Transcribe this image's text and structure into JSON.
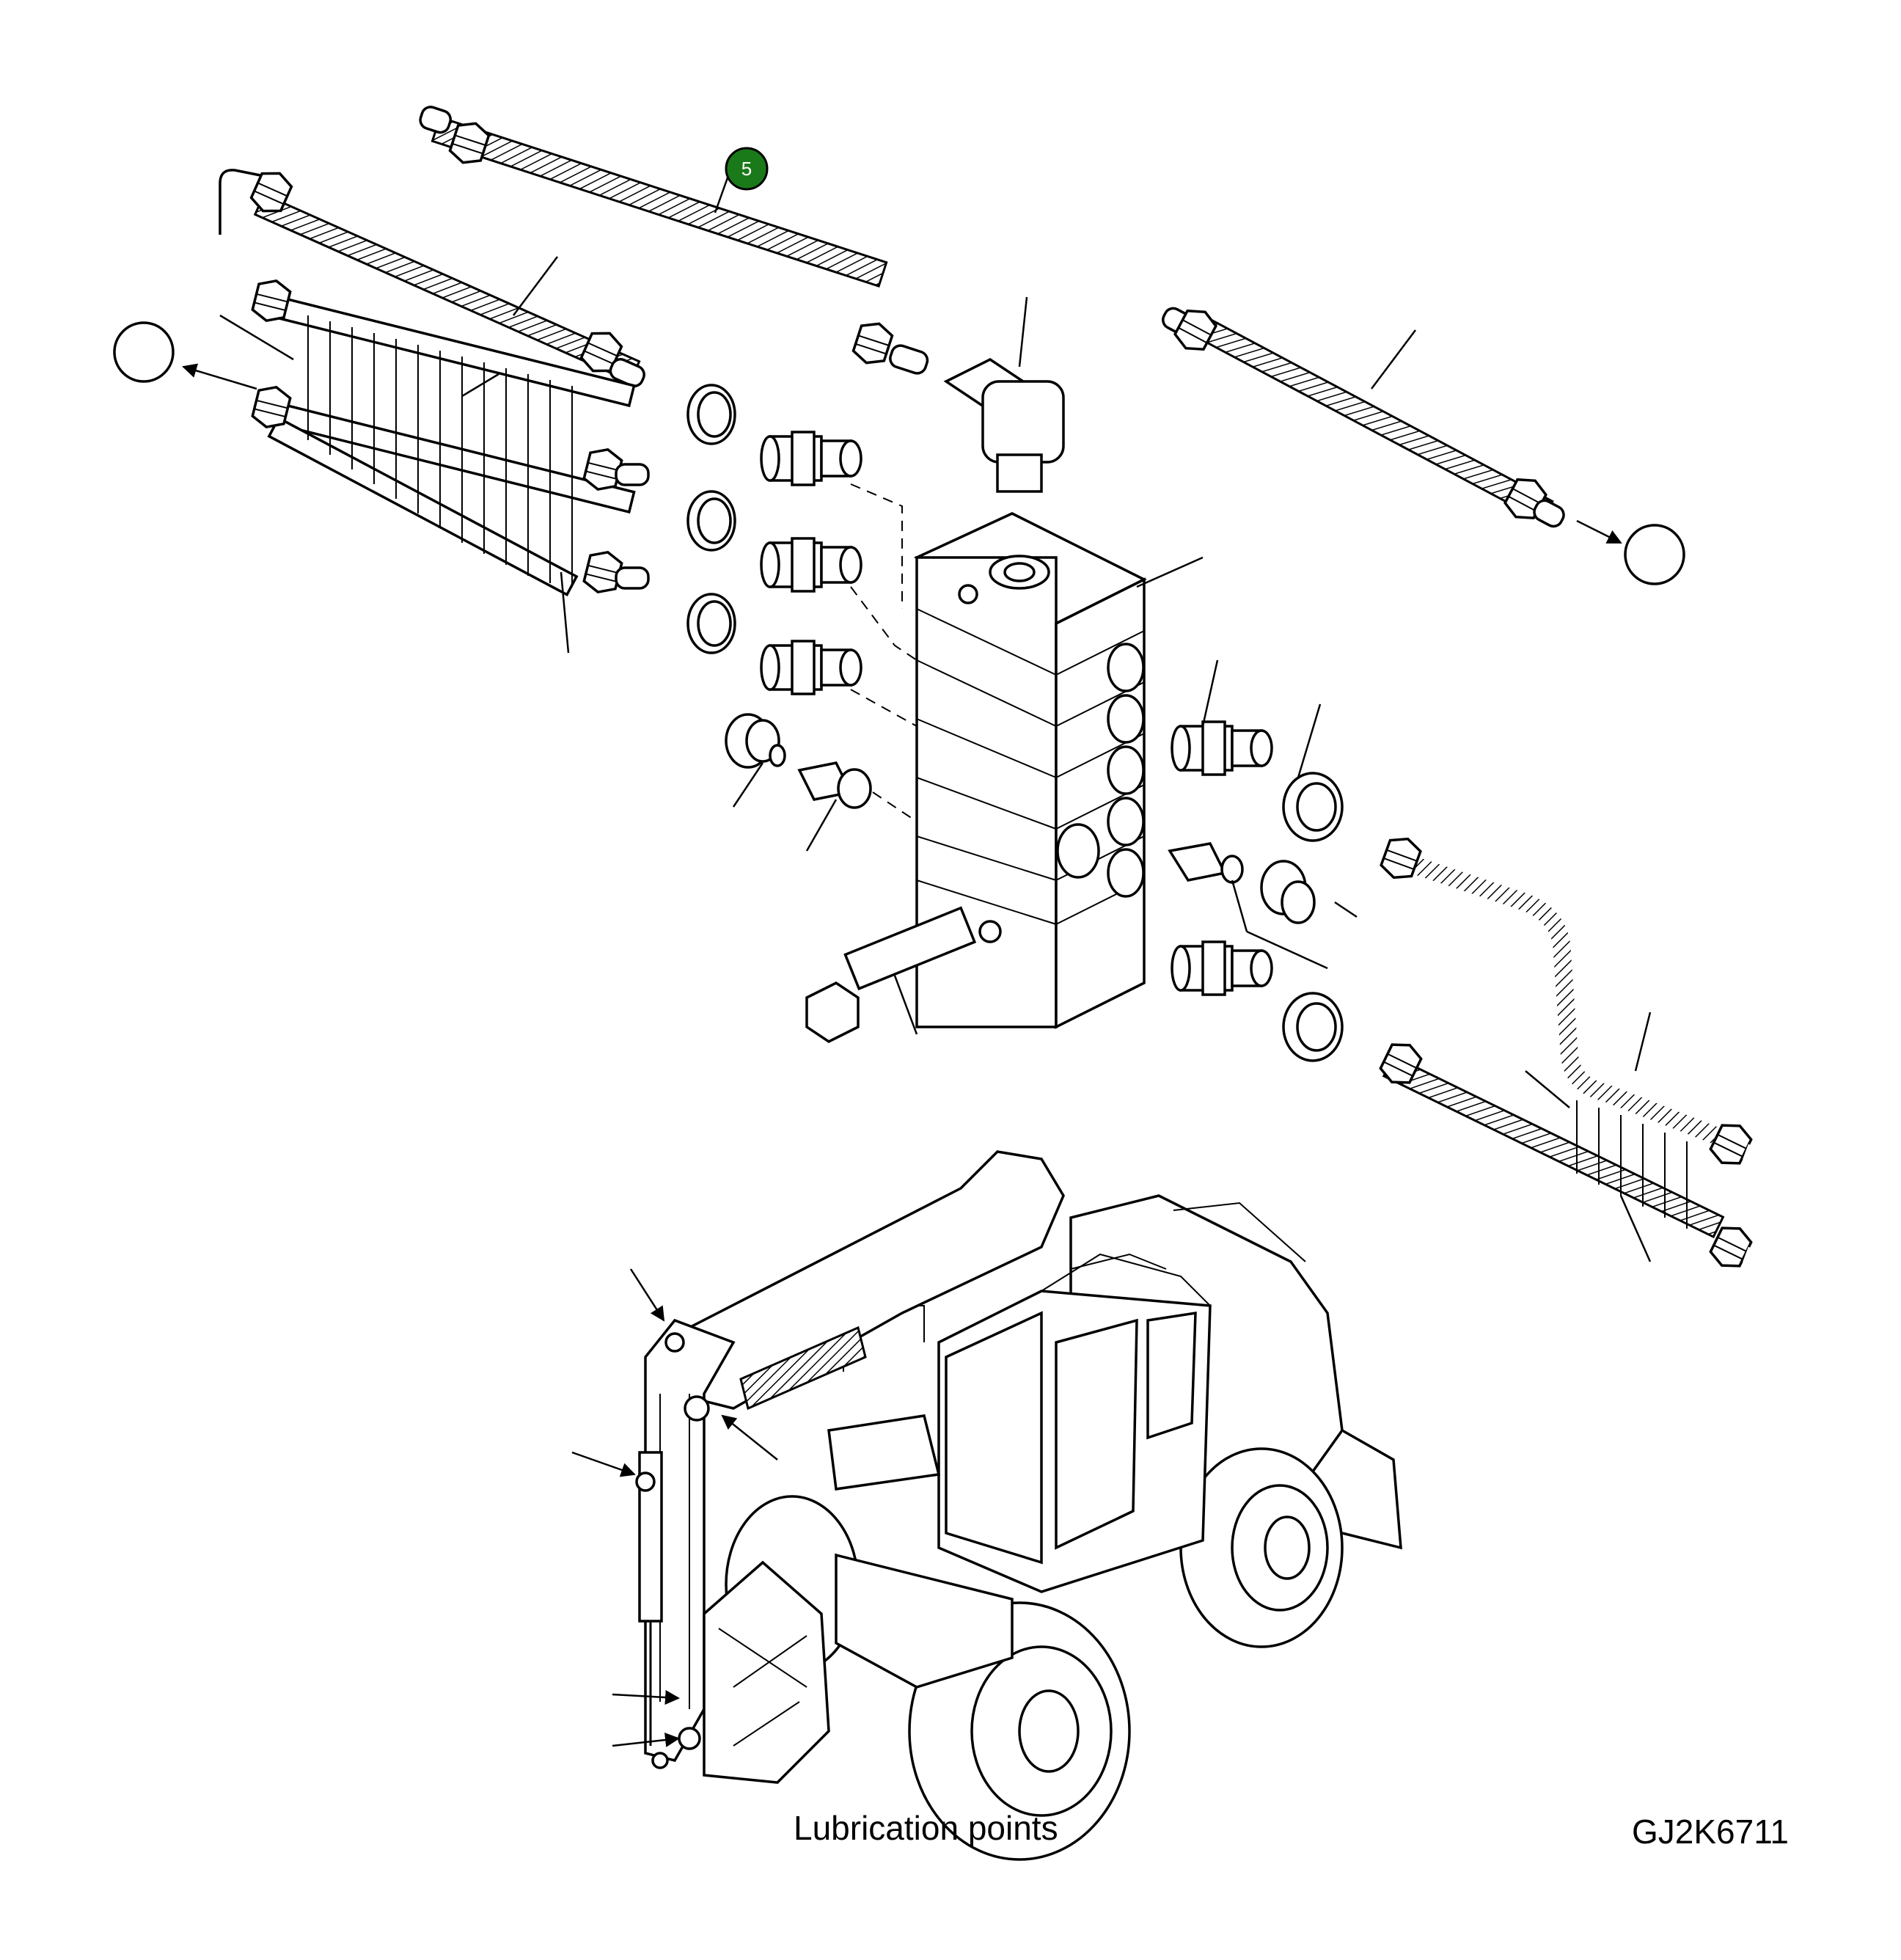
{
  "diagram": {
    "callout_number": "5",
    "callout_color": "#1a7a1a",
    "caption": "Lubrication points",
    "drawing_code": "GJ2K6711",
    "reference_circles": 2
  }
}
